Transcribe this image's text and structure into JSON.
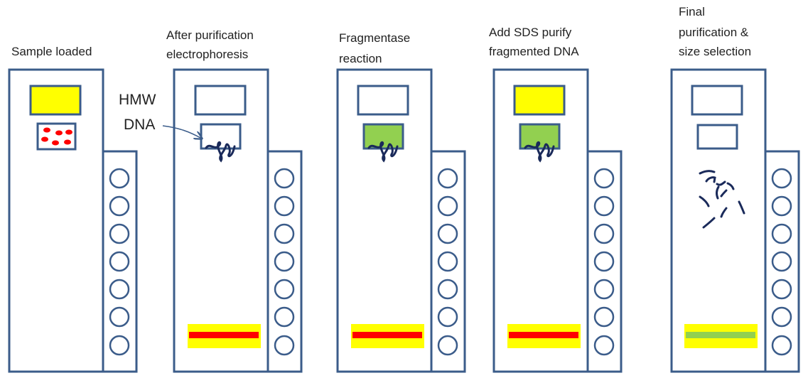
{
  "colors": {
    "outline": "#3b5c8a",
    "yellow": "#ffff00",
    "red": "#ff0000",
    "green": "#92d050",
    "dna": "#1a2a5a"
  },
  "panels": [
    {
      "title_lines": [
        "Sample loaded"
      ],
      "top_well": "yellow",
      "sample_well": "red-dots",
      "band": "none",
      "fragments": false
    },
    {
      "title_lines": [
        "After purification",
        "electrophoresis"
      ],
      "top_well": "empty",
      "sample_well": "dna-tangle",
      "band": "red",
      "fragments": false
    },
    {
      "title_lines": [
        "Fragmentase",
        "reaction"
      ],
      "top_well": "empty",
      "sample_well": "green-dna-tangle",
      "band": "red",
      "fragments": false
    },
    {
      "title_lines": [
        "Add SDS purify",
        "fragmented DNA"
      ],
      "top_well": "yellow",
      "sample_well": "green-dna-tangle",
      "band": "red",
      "fragments": false
    },
    {
      "title_lines": [
        "Final",
        "purification &",
        "size selection"
      ],
      "top_well": "empty",
      "sample_well": "empty",
      "band": "green",
      "fragments": true
    }
  ],
  "annotation": {
    "lines": [
      "HMW",
      "DNA"
    ]
  },
  "port_count": 7
}
